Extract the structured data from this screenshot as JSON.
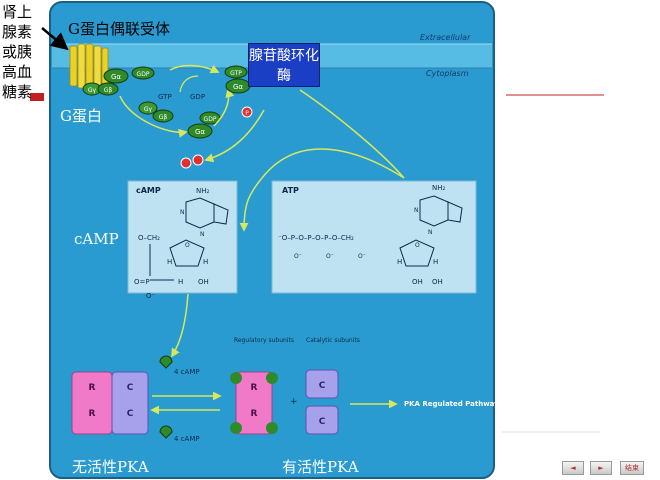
{
  "side_label": "肾上腺素或胰高血糖素",
  "receptor_label": "G蛋白偶联受体",
  "g_protein_label": "G蛋白",
  "adenylyl_cyclase_label": "腺苷酸环化酶",
  "camp_side_label": "cAMP",
  "inactive_pka_label": "无活性PKA",
  "active_pka_label": "有活性PKA",
  "membrane": {
    "extracellular": "Extracellular",
    "cytoplasm": "Cytoplasm"
  },
  "g_units": {
    "alpha": "Gα",
    "beta": "Gβ",
    "gamma": "Gγ",
    "gdp": "GDP",
    "gtp": "GTP",
    "pi": "P"
  },
  "cycle": {
    "gtp": "GTP",
    "gdp": "GDP"
  },
  "camp_panel": {
    "title": "cAMP",
    "nh2": "NH₂",
    "n": "N",
    "o": "O",
    "ch2": "O–CH₂",
    "h": "H",
    "oh": "OH",
    "p": "O=P",
    "ominus": "O⁻"
  },
  "atp_panel": {
    "title": "ATP",
    "nh2": "NH₂",
    "n": "N",
    "o": "O",
    "chain": "⁻O–P–O–P–O–P–O–CH₂",
    "h": "H",
    "oh": "OH",
    "ominus": "O⁻"
  },
  "pka": {
    "r": "R",
    "c": "C",
    "camp_top": "4 cAMP",
    "camp_bottom": "4 cAMP",
    "regulatory": "Regulatory subunits",
    "catalytic": "Catalytic subunits",
    "plus": "+",
    "pathway": "PKA Regulated Pathways"
  },
  "nav": {
    "prev": "◄",
    "next": "►",
    "end": "结束"
  },
  "colors": {
    "panel_blue": "#2a9bd0",
    "membrane_blue": "#4ab6e2",
    "green": "#2f8a2a",
    "yellow": "#c8d848",
    "pink": "#f07ac8",
    "lilac": "#a7a1ec"
  }
}
